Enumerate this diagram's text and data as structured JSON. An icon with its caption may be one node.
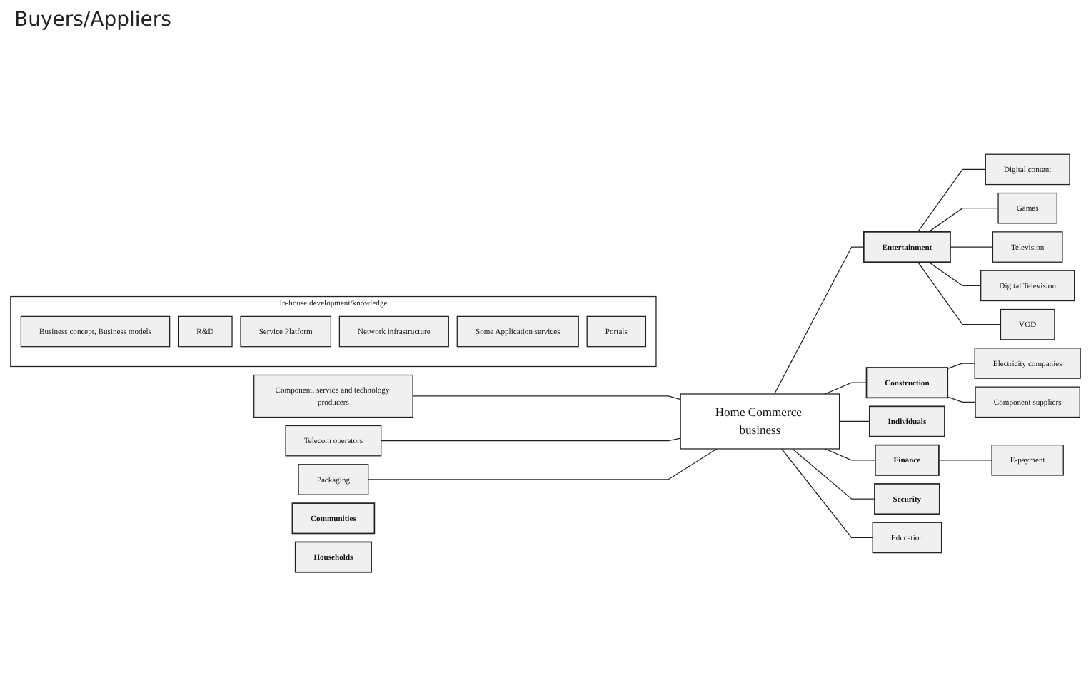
{
  "diagram": {
    "nodes": [
      {
        "text": [
          "In-house development/knowledge"
        ]
      },
      {
        "text": [
          "Business concept, Business models"
        ],
        "in": 0
      },
      {
        "text": [
          "R&D"
        ],
        "in": 0
      },
      {
        "text": [
          "Service Platform"
        ],
        "in": 0
      },
      {
        "text": [
          "Network infrastructure"
        ],
        "in": 0
      },
      {
        "text": [
          "Some Application services"
        ],
        "in": 0
      },
      {
        "text": [
          "Portals"
        ],
        "in": 0
      },
      {
        "text": [
          "Component, service and technology producers"
        ]
      },
      {
        "text": [
          "Home Commerce business"
        ]
      },
      {
        "text": [
          "Entertainment"
        ]
      },
      {
        "text": [
          "Digital content"
        ]
      },
      {
        "text": [
          "Games"
        ]
      },
      {
        "text": [
          "Television"
        ]
      },
      {
        "text": [
          "Digital Television"
        ]
      },
      {
        "text": [
          "VOD"
        ]
      },
      {
        "text": [
          "Telecom operators"
        ]
      },
      {
        "text": [
          "Packaging"
        ]
      },
      {
        "text": [
          "Construction"
        ]
      },
      {
        "text": [
          "Electricity companies"
        ]
      },
      {
        "text": [
          "Individuals"
        ]
      },
      {
        "text": [
          "Communities"
        ]
      },
      {
        "text": [
          "Households"
        ]
      },
      {
        "text": [
          "Finance"
        ]
      },
      {
        "text": [
          "Security"
        ]
      },
      {
        "text": [
          "E-payment"
        ]
      },
      {
        "text": [
          "Component suppliers"
        ]
      },
      {
        "text": [
          "Education"
        ]
      }
    ],
    "edges": [
      {
        "from": 7,
        "to": 8,
        "arrow": "none"
      },
      {
        "from": 15,
        "to": 8,
        "arrow": "none"
      },
      {
        "from": 16,
        "to": 8,
        "arrow": "none"
      },
      {
        "from": 8,
        "to": 9,
        "arrow": "none"
      },
      {
        "from": 9,
        "to": 10,
        "arrow": "none"
      },
      {
        "from": 9,
        "to": 11,
        "arrow": "none"
      },
      {
        "from": 9,
        "to": 12,
        "arrow": "none"
      },
      {
        "from": 9,
        "to": 13,
        "arrow": "none"
      },
      {
        "from": 9,
        "to": 14,
        "arrow": "none"
      },
      {
        "from": 8,
        "to": 17,
        "arrow": "none"
      },
      {
        "from": 17,
        "to": 18,
        "arrow": "none"
      },
      {
        "from": 17,
        "to": 25,
        "arrow": "none"
      },
      {
        "from": 8,
        "to": 22,
        "arrow": "none"
      },
      {
        "from": 22,
        "to": 24,
        "arrow": "none"
      },
      {
        "from": 8,
        "to": 23,
        "arrow": "none"
      },
      {
        "from": 8,
        "to": 26,
        "arrow": "none"
      },
      {
        "from": 8,
        "to": 19,
        "arrow": "none"
      }
    ],
    "labels": [
      "Buyers/Appliers"
    ]
  }
}
